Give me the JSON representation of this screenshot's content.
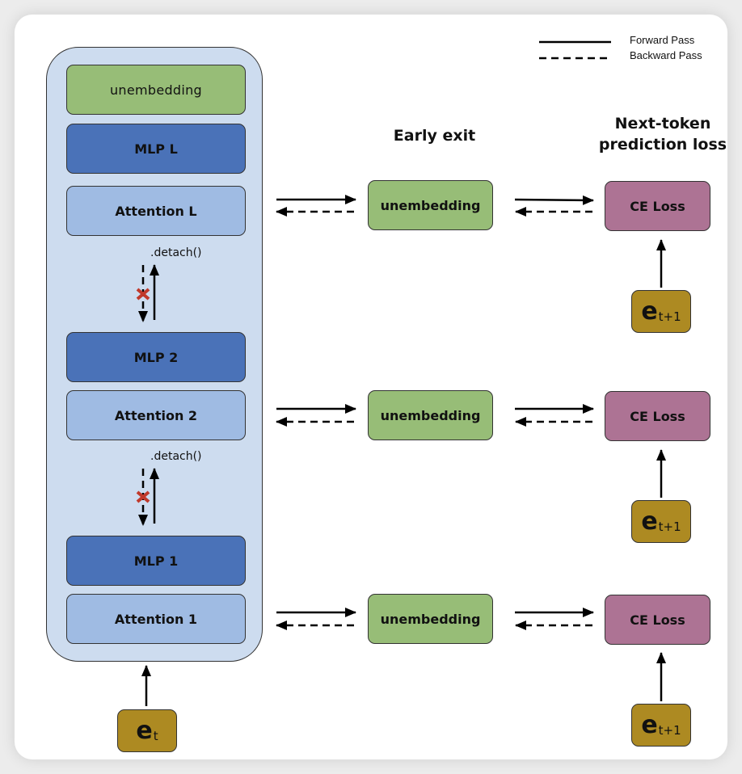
{
  "legend": {
    "forward": "Forward Pass",
    "backward": "Backward Pass"
  },
  "headers": {
    "early_exit": "Early exit",
    "loss_line1": "Next-token",
    "loss_line2": "prediction loss"
  },
  "stack": {
    "unembedding": "unembedding",
    "mlp_l": "MLP L",
    "attention_l": "Attention L",
    "mlp_2": "MLP 2",
    "attention_2": "Attention 2",
    "mlp_1": "MLP 1",
    "attention_1": "Attention 1",
    "detach_label": ".detach()"
  },
  "rows": [
    {
      "exit_label": "unembedding",
      "loss_label": "CE Loss",
      "target_main": "e",
      "target_sub": "t+1"
    },
    {
      "exit_label": "unembedding",
      "loss_label": "CE Loss",
      "target_main": "e",
      "target_sub": "t+1"
    },
    {
      "exit_label": "unembedding",
      "loss_label": "CE Loss",
      "target_main": "e",
      "target_sub": "t+1"
    }
  ],
  "input_token": {
    "main": "e",
    "sub": "t"
  },
  "colors": {
    "stack_bg": "#cddcef",
    "unembedding": "#97bd77",
    "mlp": "#4a72b8",
    "attention": "#9fbbe3",
    "ce_loss": "#ad7394",
    "token": "#ad8a22",
    "blocked_grad": "#c0392b"
  }
}
